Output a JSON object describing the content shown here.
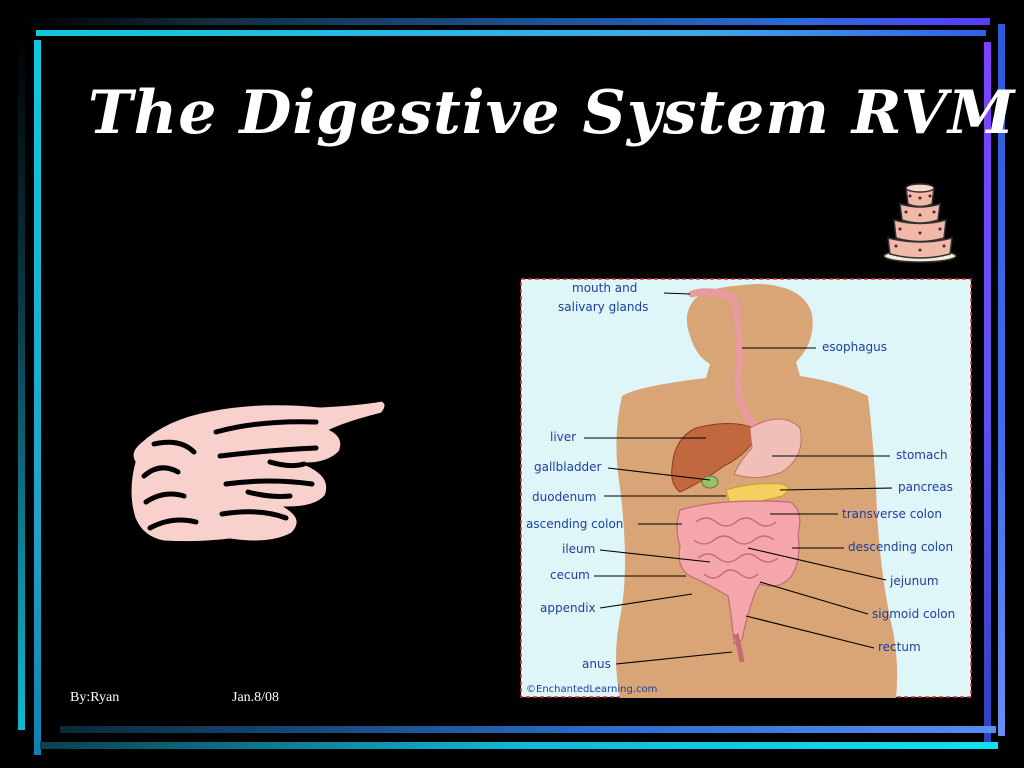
{
  "slide": {
    "title": "The Digestive System RVM",
    "author": "By:Ryan",
    "date": "Jan.8/08"
  },
  "diagram": {
    "labels": {
      "mouth_line1": "mouth and",
      "mouth_line2": "salivary glands",
      "esophagus": "esophagus",
      "liver": "liver",
      "stomach": "stomach",
      "gallbladder": "gallbladder",
      "pancreas": "pancreas",
      "duodenum": "duodenum",
      "transverse_colon": "transverse colon",
      "ascending_colon": "ascending colon",
      "descending_colon": "descending colon",
      "ileum": "ileum",
      "jejunum": "jejunum",
      "cecum": "cecum",
      "sigmoid_colon": "sigmoid colon",
      "appendix": "appendix",
      "rectum": "rectum",
      "anus": "anus"
    },
    "credit": "©EnchantedLearning.com"
  },
  "colors": {
    "background": "#000000",
    "frame_cyan": "#10c8e0",
    "frame_blue": "#3f6fe0",
    "frame_violet": "#8040ff",
    "diagram_bg": "#dff6f8",
    "diagram_border": "#e03030",
    "body": "#d8a070",
    "label_text": "#1d3f9c"
  },
  "icons": [
    "pointing-hand-clipart",
    "wedding-cake-clipart"
  ]
}
